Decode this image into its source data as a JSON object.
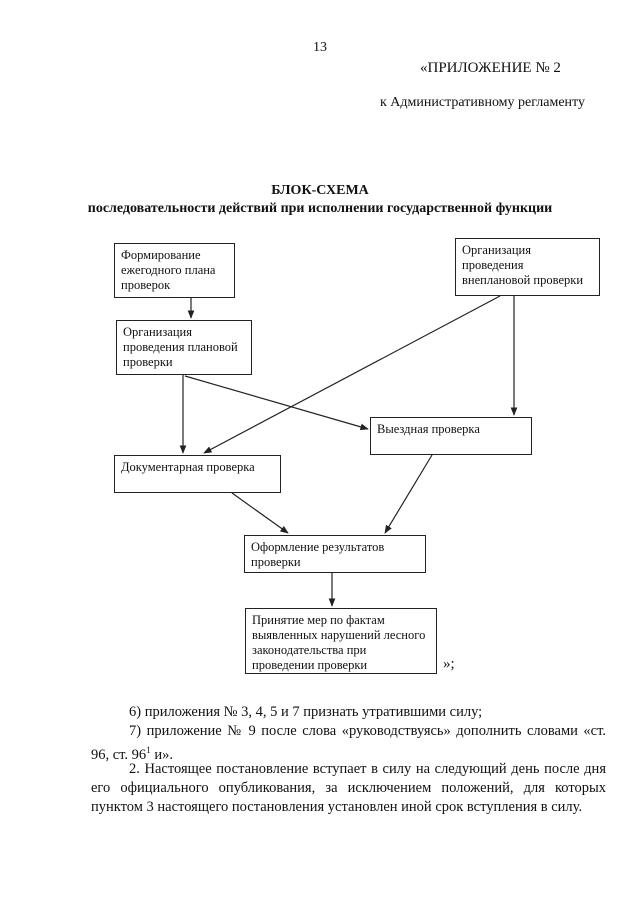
{
  "header": {
    "page_number": "13",
    "appendix_title": "«ПРИЛОЖЕНИЕ № 2",
    "appendix_subtitle": "к Административному регламенту"
  },
  "scheme": {
    "title": "БЛОК-СХЕМА",
    "subtitle": "последовательности действий при исполнении государственной функции"
  },
  "flowchart": {
    "boxes": {
      "annual_plan": "Формирование ежегодного плана проверок",
      "unplanned": "Организация проведения внеплановой проверки",
      "planned": "Организация проведения плановой проверки",
      "onsite": "Выездная проверка",
      "documentary": "Документарная проверка",
      "results": "Оформление результатов проверки",
      "measures": "Принятие мер по фактам выявленных нарушений лесного законодательства при проведении проверки"
    },
    "end_mark": "»;"
  },
  "body": {
    "para_1": "6) приложения № 3, 4, 5 и 7 признать утратившими силу;",
    "para_2_text": "7) приложение № 9 после слова «руководствуясь» дополнить словами «ст. 96, ст. 96",
    "para_2_sup": "1",
    "para_2_end": " и».",
    "para_3": "2. Настоящее постановление вступает в силу на следующий день после дня его официального опубликования, за исключением положений, для которых пунктом 3 настоящего постановления установлен иной срок вступления в силу."
  }
}
